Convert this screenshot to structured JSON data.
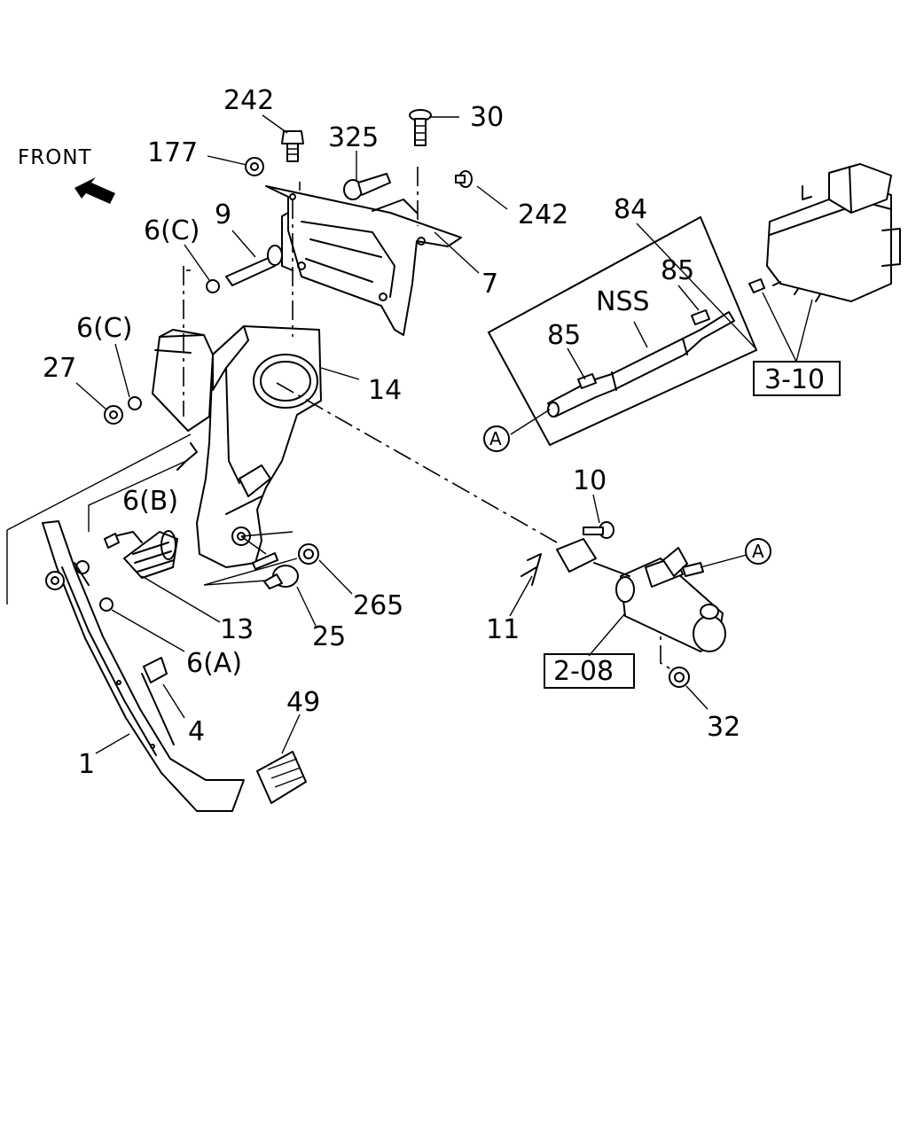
{
  "diagram": {
    "front_label": "FRONT",
    "callouts": {
      "c242_top": "242",
      "c30": "30",
      "c325": "325",
      "c177": "177",
      "c242_right": "242",
      "c9": "9",
      "c6c_top": "6(C)",
      "c7": "7",
      "c84": "84",
      "c85_upper": "85",
      "nss": "NSS",
      "c85_lower": "85",
      "c6c_left": "6(C)",
      "c27": "27",
      "c14": "14",
      "ref_3_10": "3-10",
      "circle_a_left": "A",
      "c10": "10",
      "c6b": "6(B)",
      "circle_a_right": "A",
      "c265": "265",
      "c11": "11",
      "c13": "13",
      "c25": "25",
      "c6a": "6(A)",
      "ref_2_08": "2-08",
      "c49": "49",
      "c4": "4",
      "c32": "32",
      "c1": "1"
    }
  }
}
